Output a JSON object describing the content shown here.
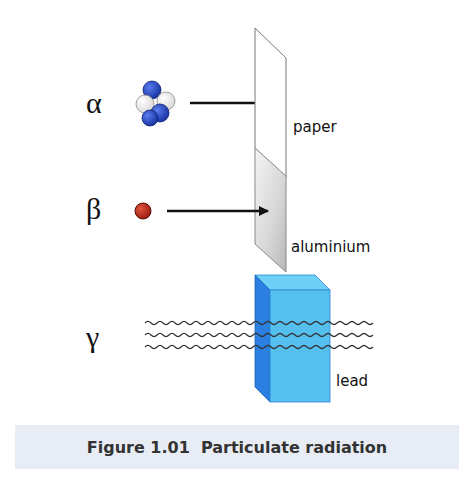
{
  "diagram": {
    "caption": "Figure 1.01  Particulate radiation",
    "labels": [
      "α",
      "paper",
      "β",
      "aluminium",
      "γ",
      "lead"
    ]
  }
}
